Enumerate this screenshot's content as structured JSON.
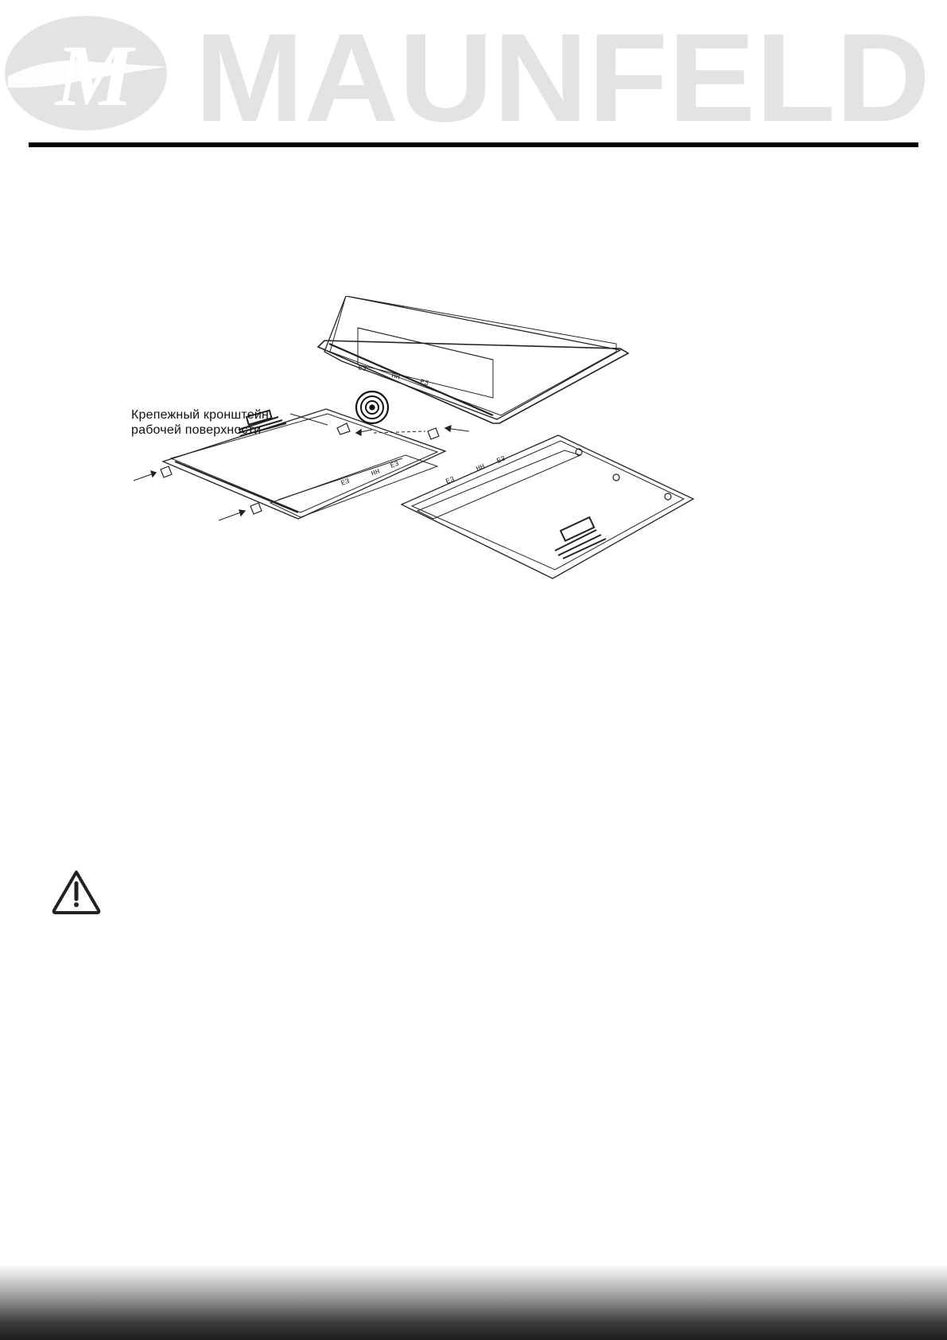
{
  "header": {
    "brand_name": "MAUNFELD",
    "monogram": "M"
  },
  "diagram": {
    "bracket_label_line1": "Крепежный кронштейн",
    "bracket_label_line2": "рабочей поверхности",
    "side_markings": [
      "E3",
      "HH",
      "E3"
    ]
  },
  "icons": {
    "warning": "warning-triangle-icon"
  },
  "colors": {
    "logo_gray": "#e3e3e3",
    "rule": "#000000",
    "line_art": "#222222"
  }
}
